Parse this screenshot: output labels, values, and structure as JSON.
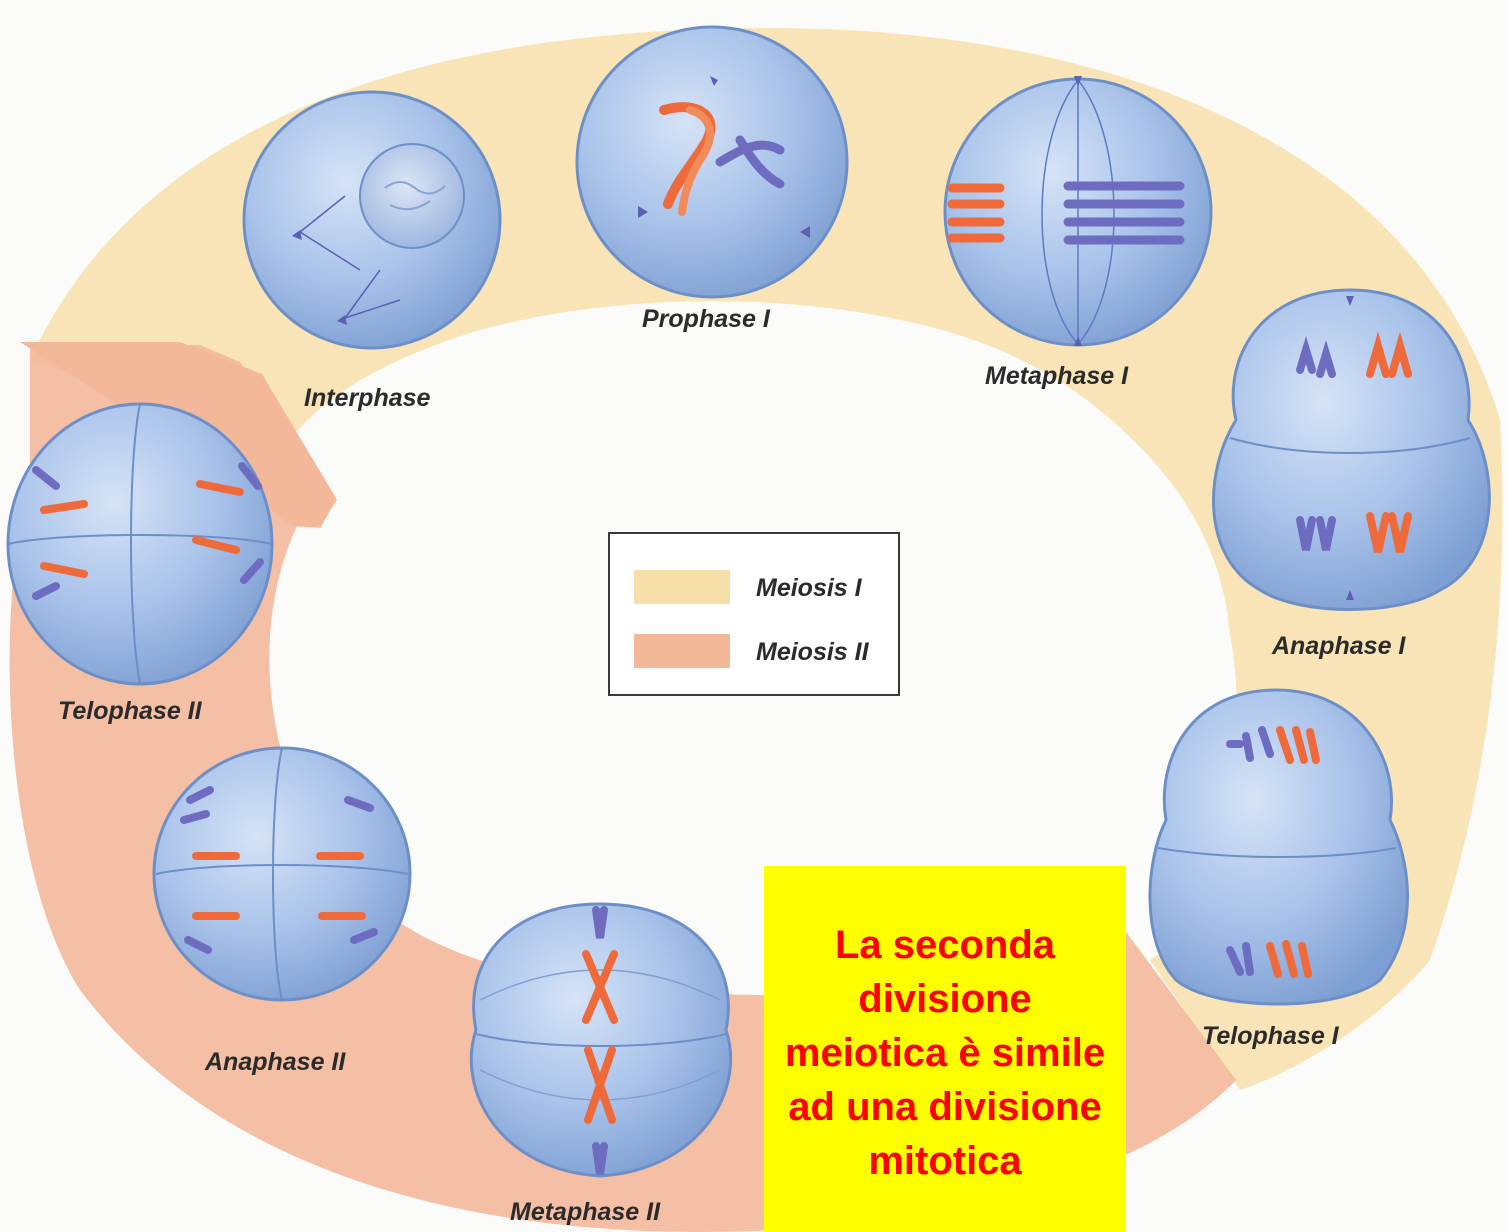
{
  "colors": {
    "meiosis_1_band": "#f7dfaa",
    "meiosis_2_band": "#f3b89a",
    "cell_fill": "#a9c3ea",
    "chromosome_orange": "#ee6a3a",
    "chromosome_purple": "#6e6cc0",
    "note_background": "#ffff00",
    "note_text": "#ff0000"
  },
  "phases": [
    {
      "id": "interphase",
      "label": "Interphase"
    },
    {
      "id": "prophase-1",
      "label": "Prophase I"
    },
    {
      "id": "metaphase-1",
      "label": "Metaphase I"
    },
    {
      "id": "anaphase-1",
      "label": "Anaphase I"
    },
    {
      "id": "telophase-1",
      "label": "Telophase I"
    },
    {
      "id": "metaphase-2",
      "label": "Metaphase II"
    },
    {
      "id": "anaphase-2",
      "label": "Anaphase II"
    },
    {
      "id": "telophase-2",
      "label": "Telophase II"
    }
  ],
  "legend": {
    "items": [
      {
        "label": "Meiosis I",
        "color": "#f7dfaa"
      },
      {
        "label": "Meiosis II",
        "color": "#f3b89a"
      }
    ]
  },
  "note": {
    "text": "La seconda divisione meiotica è simile ad una divisione mitotica"
  }
}
